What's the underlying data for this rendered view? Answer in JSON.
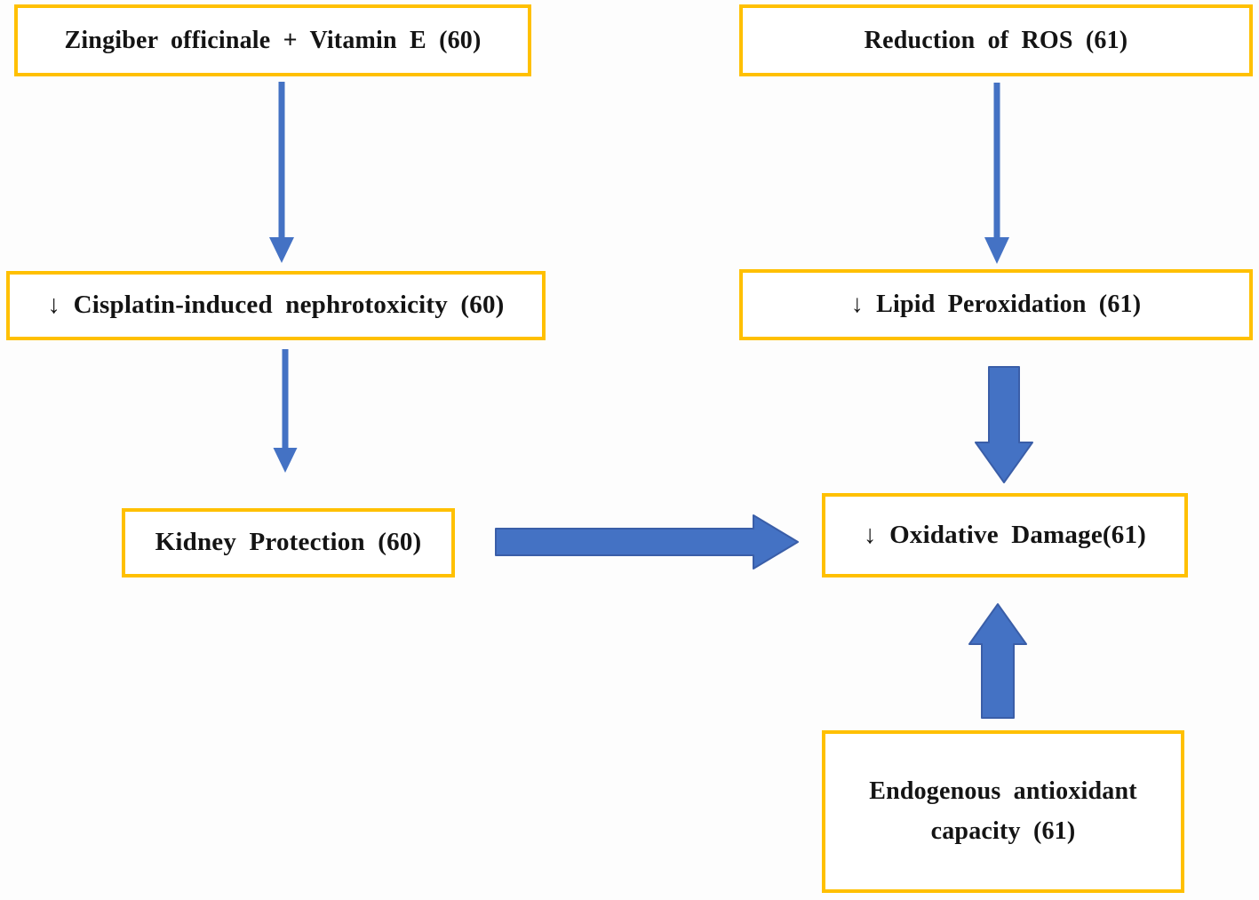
{
  "figure": {
    "type": "flowchart",
    "background": "#fdfdfd",
    "colors": {
      "box_border": "#FFC000",
      "box_fill": "#ffffff",
      "arrow_fill": "#4472C4",
      "arrow_outline": "#3A5EA8",
      "text": "#141414"
    }
  },
  "nodes": {
    "zingiber": {
      "label": "Zingiber officinale + Vitamin E (60)"
    },
    "ros": {
      "label": "Reduction of ROS (61)"
    },
    "cisplatin": {
      "label": "↓ Cisplatin-induced nephrotoxicity (60)"
    },
    "lipid": {
      "label": "↓ Lipid Peroxidation (61)"
    },
    "kidney": {
      "label": "Kidney Protection (60)"
    },
    "oxidative": {
      "label": "↓ Oxidative Damage(61)"
    },
    "endogenous": {
      "label": "Endogenous antioxidant capacity (61)"
    }
  },
  "edges": [
    {
      "from": "zingiber",
      "to": "cisplatin",
      "style": "thin-arrow"
    },
    {
      "from": "ros",
      "to": "lipid",
      "style": "thin-arrow"
    },
    {
      "from": "cisplatin",
      "to": "kidney",
      "style": "thin-arrow"
    },
    {
      "from": "lipid",
      "to": "oxidative",
      "style": "thick-arrow"
    },
    {
      "from": "kidney",
      "to": "oxidative",
      "style": "thick-arrow"
    },
    {
      "from": "endogenous",
      "to": "oxidative",
      "style": "thick-arrow"
    }
  ]
}
